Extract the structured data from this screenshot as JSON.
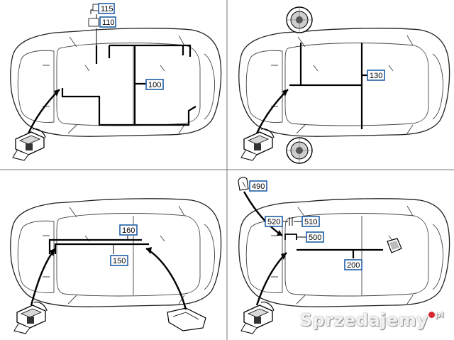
{
  "callouts": {
    "p1_115": "115",
    "p1_110": "110",
    "p1_100": "100",
    "p2_130": "130",
    "p3_160": "160",
    "p3_150": "150",
    "p4_490": "490",
    "p4_520": "520",
    "p4_510": "510",
    "p4_500": "500",
    "p4_200": "200"
  },
  "watermark": {
    "text": "Sprzedajemy",
    "suffix": "pl"
  },
  "colors": {
    "callout_border": "#1f5fa6",
    "wire": "#000000",
    "watermark_dot": "#d7262c"
  }
}
